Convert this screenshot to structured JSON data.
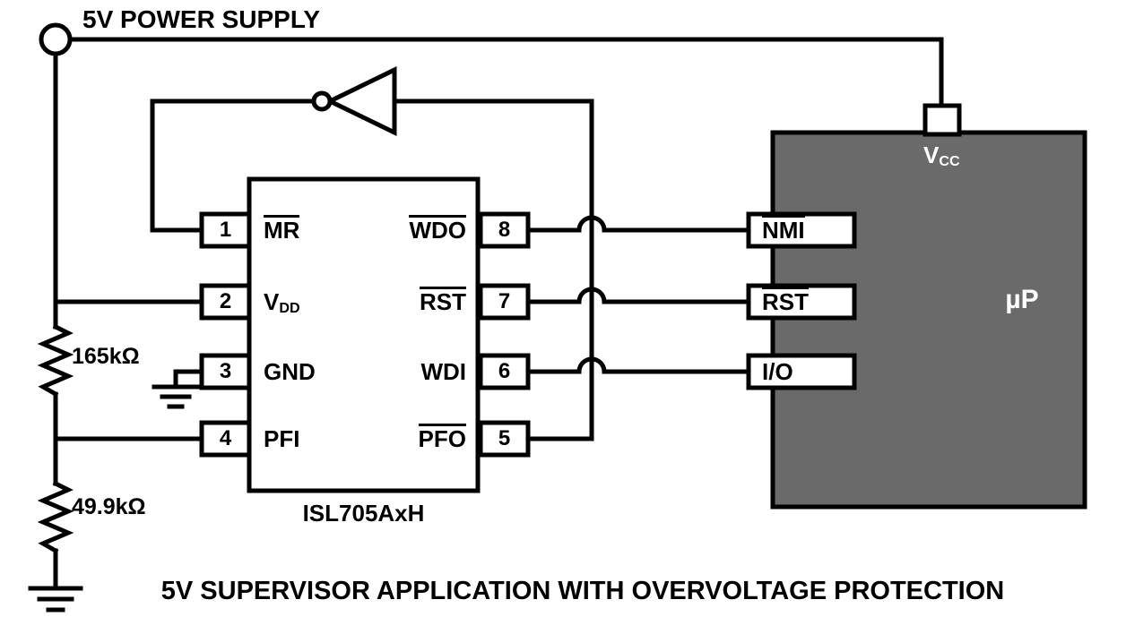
{
  "title": "5V POWER SUPPLY",
  "caption": "5V SUPERVISOR APPLICATION WITH OVERVOLTAGE PROTECTION",
  "supervisor": {
    "part": "ISL705AxH",
    "left_pins": [
      {
        "num": "1",
        "name": "MR"
      },
      {
        "num": "2",
        "name": "V",
        "sub": "DD"
      },
      {
        "num": "3",
        "name": "GND"
      },
      {
        "num": "4",
        "name": "PFI"
      }
    ],
    "right_pins": [
      {
        "num": "8",
        "name": "WDO"
      },
      {
        "num": "7",
        "name": "RST"
      },
      {
        "num": "6",
        "name": "WDI"
      },
      {
        "num": "5",
        "name": "PFO"
      }
    ]
  },
  "micro": {
    "label": "µP",
    "vcc": "V",
    "vcc_sub": "CC",
    "pins": [
      "NMI",
      "RST",
      "I/O"
    ]
  },
  "resistors": [
    "165kΩ",
    "49.9kΩ"
  ]
}
